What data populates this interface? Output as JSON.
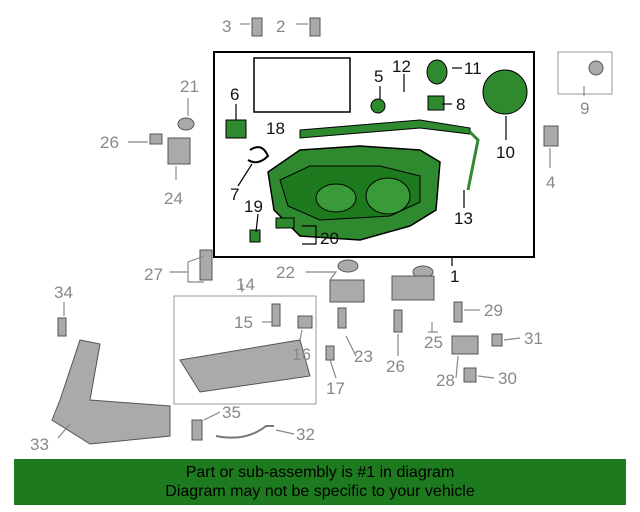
{
  "callouts": {
    "c1": "1",
    "c2": "2",
    "c3": "3",
    "c4": "4",
    "c5": "5",
    "c6": "6",
    "c7": "7",
    "c8": "8",
    "c9": "9",
    "c10": "10",
    "c11": "11",
    "c12": "12",
    "c13": "13",
    "c14": "14",
    "c15": "15",
    "c16": "16",
    "c17": "17",
    "c18": "18",
    "c19": "19",
    "c20": "20",
    "c21": "21",
    "c22": "22",
    "c23": "23",
    "c24": "24",
    "c25": "25",
    "c26a": "26",
    "c26b": "26",
    "c27": "27",
    "c28": "28",
    "c29": "29",
    "c30": "30",
    "c31": "31",
    "c32": "32",
    "c33": "33",
    "c34": "34",
    "c35": "35"
  },
  "banner": {
    "line1": "Part or sub-assembly is #1 in diagram",
    "line2": "Diagram may not be specific to your vehicle"
  },
  "colors": {
    "highlight": "#1e7a1e",
    "part_fill": "#2f8a2f",
    "grey_part": "#888888"
  }
}
